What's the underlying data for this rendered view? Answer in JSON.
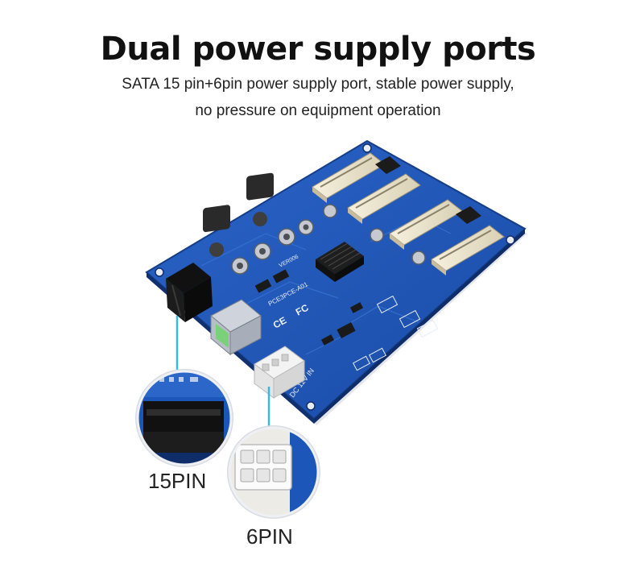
{
  "heading": {
    "title": "Dual power supply ports",
    "subtitle_line1": "SATA 15 pin+6pin power supply port, stable power supply,",
    "subtitle_line2": "no pressure on equipment operation"
  },
  "callouts": {
    "sata_label": "15PIN",
    "pcie_label": "6PIN"
  },
  "board": {
    "silkscreen_model": "PCE3PCE-A01",
    "silkscreen_dc": "DC 12V IN",
    "silkscreen_version": "VER006",
    "cert_mark_1": "CE",
    "cert_mark_2": "FC",
    "slot_count": 4
  },
  "colors": {
    "pcb": "#1f55b4",
    "pcb_dark": "#163f8c",
    "slot": "#efe9d6",
    "callout_line": "#37b8e8",
    "usb_green": "#7bd17a"
  }
}
